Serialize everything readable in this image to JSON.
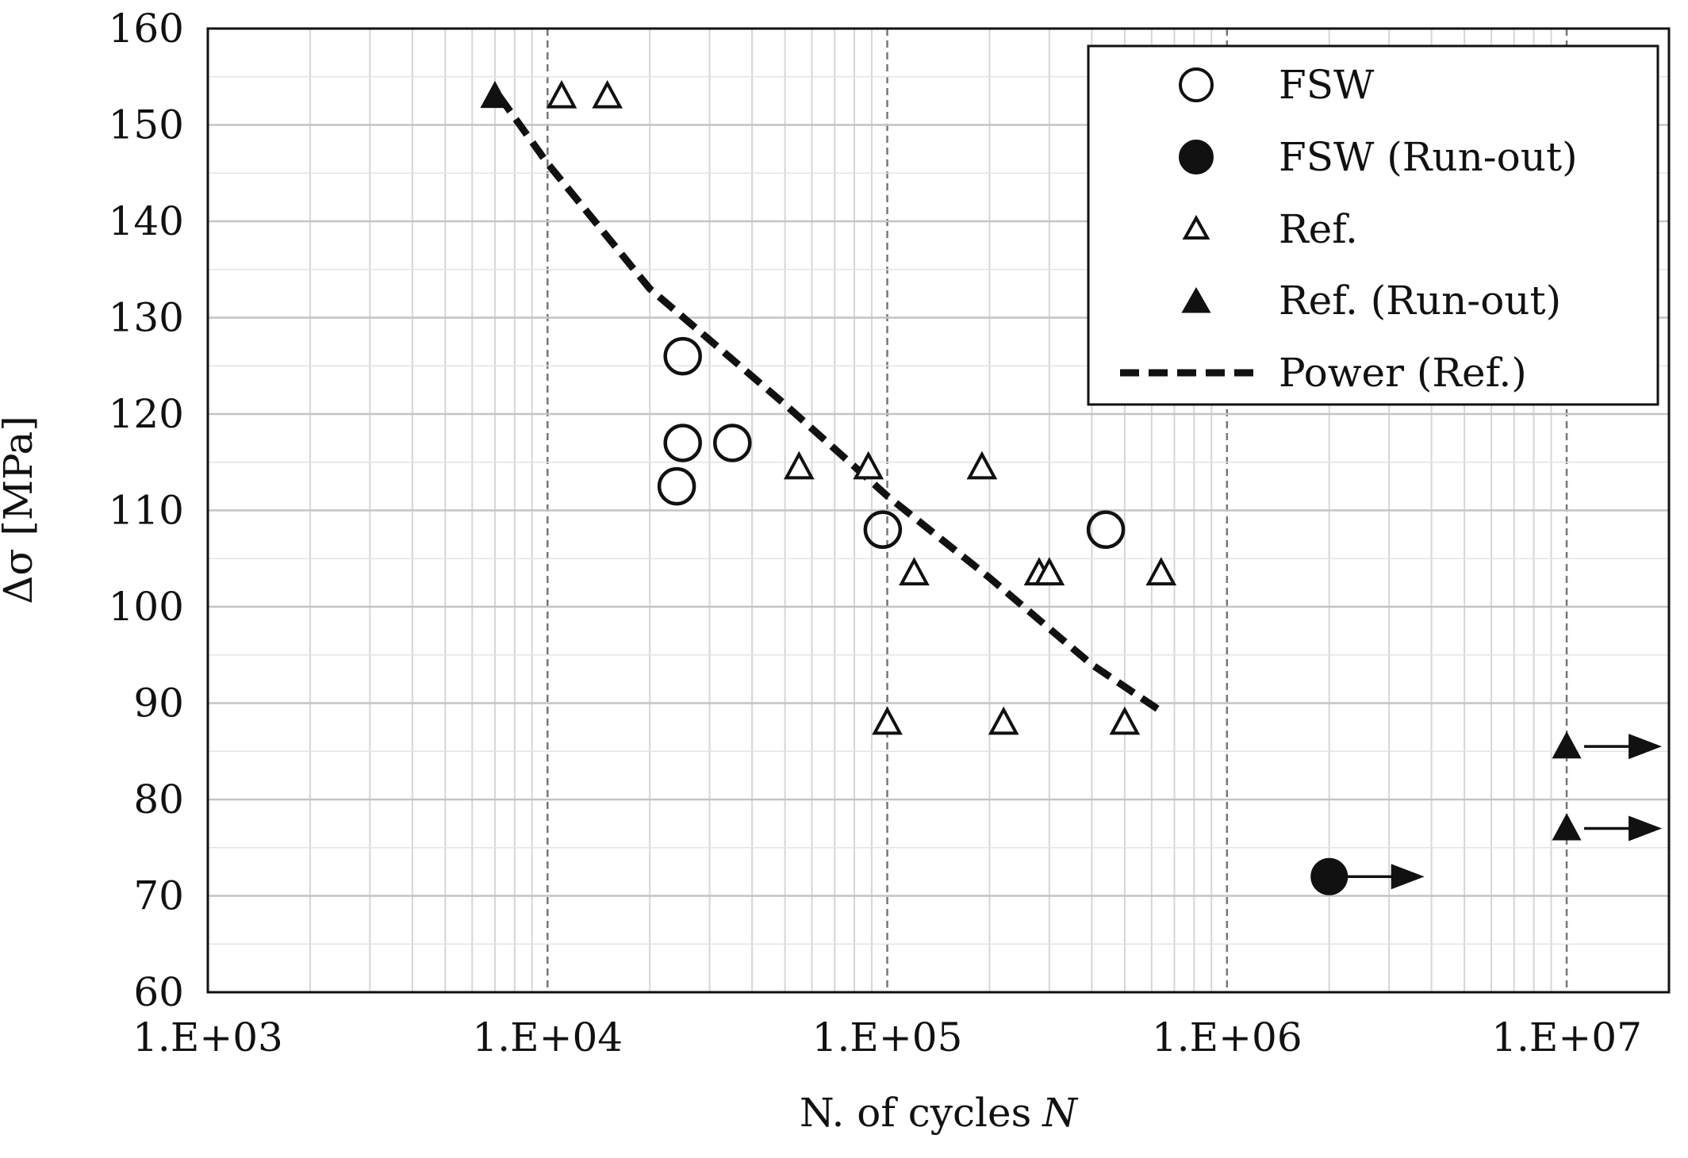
{
  "chart_data": {
    "type": "scatter",
    "title": "",
    "xlabel": "N. of cycles",
    "xlabel_var": "N",
    "ylabel": "Δσ [MPa]",
    "xscale": "log",
    "xlim": [
      1000,
      20000000
    ],
    "ylim": [
      60,
      160
    ],
    "x_ticks": [
      1000,
      10000,
      100000,
      1000000,
      10000000
    ],
    "x_tick_labels": [
      "1.E+03",
      "1.E+04",
      "1.E+05",
      "1.E+06",
      "1.E+07"
    ],
    "y_ticks": [
      60,
      70,
      80,
      90,
      100,
      110,
      120,
      130,
      140,
      150,
      160
    ],
    "y_tick_labels": [
      "60",
      "70",
      "80",
      "90",
      "100",
      "110",
      "120",
      "130",
      "140",
      "150",
      "160"
    ],
    "grid": true,
    "legend_position": "top-right",
    "series": [
      {
        "name": "FSW",
        "marker": "open-circle",
        "points": [
          [
            25000,
            126
          ],
          [
            25000,
            117
          ],
          [
            24000,
            112.5
          ],
          [
            35000,
            117
          ],
          [
            97000,
            108
          ],
          [
            440000,
            108
          ]
        ]
      },
      {
        "name": "FSW (Run-out)",
        "marker": "filled-circle",
        "runout_arrow": true,
        "points": [
          [
            2000000,
            72
          ]
        ]
      },
      {
        "name": "Ref.",
        "marker": "open-triangle",
        "points": [
          [
            11000,
            153
          ],
          [
            15000,
            153
          ],
          [
            55000,
            114.5
          ],
          [
            88000,
            114.5
          ],
          [
            190000,
            114.5
          ],
          [
            120000,
            103.5
          ],
          [
            280000,
            103.5
          ],
          [
            300000,
            103.5
          ],
          [
            640000,
            103.5
          ],
          [
            100000,
            88
          ],
          [
            220000,
            88
          ],
          [
            500000,
            88
          ]
        ]
      },
      {
        "name": "Ref. (Run-out)",
        "marker": "filled-triangle",
        "points_with_arrow": [
          [
            10000000,
            85.5
          ],
          [
            10000000,
            77
          ]
        ],
        "points": [
          [
            7000,
            153
          ]
        ]
      },
      {
        "name": "Power (Ref.)",
        "marker": "dashed-line",
        "line": [
          [
            7200,
            153
          ],
          [
            10000,
            146
          ],
          [
            20000,
            133
          ],
          [
            50000,
            121
          ],
          [
            100000,
            111.5
          ],
          [
            200000,
            103
          ],
          [
            400000,
            94
          ],
          [
            650000,
            89
          ]
        ]
      }
    ]
  }
}
